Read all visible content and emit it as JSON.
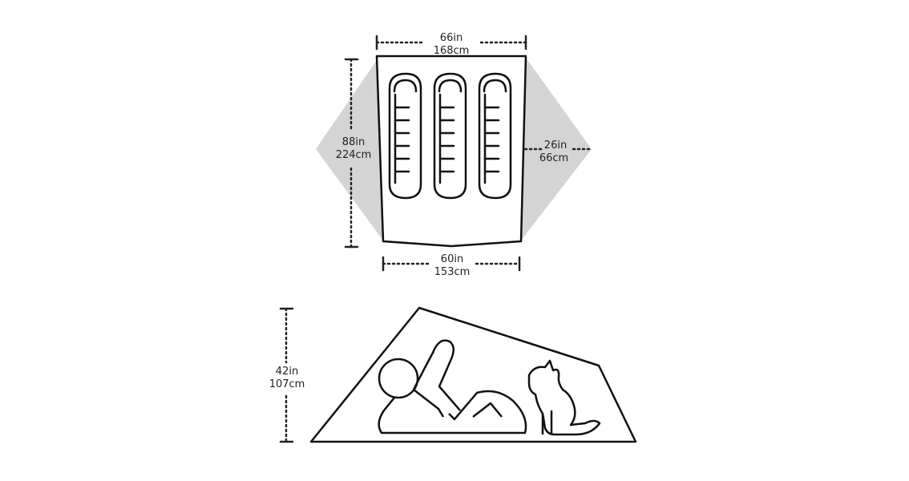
{
  "top_view": {
    "top_width": {
      "imperial": "66in",
      "metric": "168cm"
    },
    "length": {
      "imperial": "88in",
      "metric": "224cm"
    },
    "vestibule_depth": {
      "imperial": "26in",
      "metric": "66cm"
    },
    "bottom_width": {
      "imperial": "60in",
      "metric": "153cm"
    },
    "sleeping_bags": 3
  },
  "side_view": {
    "peak_height": {
      "imperial": "42in",
      "metric": "107cm"
    }
  },
  "colors": {
    "line": "#111111",
    "vestibule_fill": "#d4d4d4",
    "background": "#ffffff"
  }
}
